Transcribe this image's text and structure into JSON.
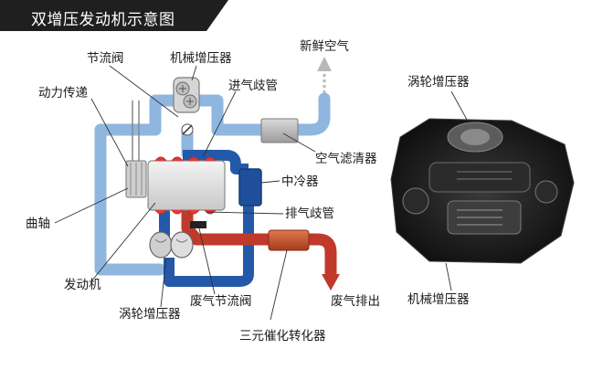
{
  "title": "双增压发动机示意图",
  "labels": {
    "throttle": "节流阀",
    "supercharger": "机械增压器",
    "fresh_air": "新鲜空气",
    "power_transfer": "动力传递",
    "intake_manifold": "进气歧管",
    "air_filter": "空气滤清器",
    "intercooler": "中冷器",
    "crankshaft": "曲轴",
    "exhaust_manifold": "排气歧管",
    "engine": "发动机",
    "exhaust_out": "废气排出",
    "wastegate": "废气节流阀",
    "turbocharger": "涡轮增压器",
    "catalytic_converter": "三元催化转化器"
  },
  "photo_labels": {
    "turbocharger": "涡轮增压器",
    "supercharger": "机械增压器"
  },
  "colors": {
    "intake_pipe": "#8fb6de",
    "intercooler_pipe": "#2458a8",
    "exhaust_pipe": "#c0392b",
    "title_bar": "#1f1f1f"
  }
}
